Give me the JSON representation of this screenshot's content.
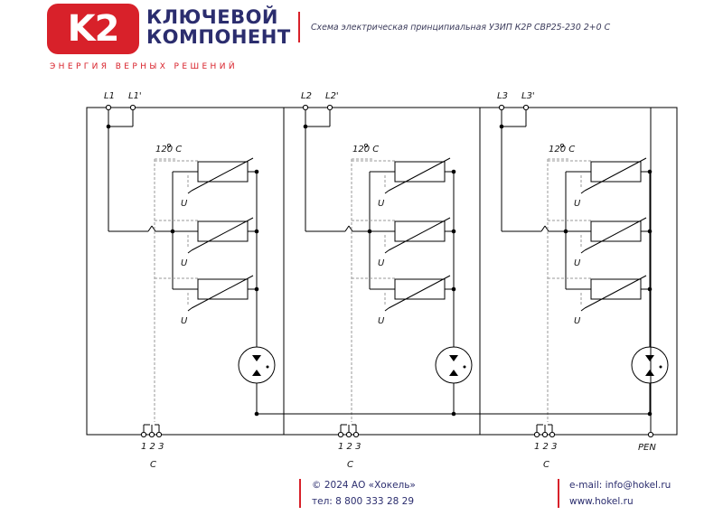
{
  "header": {
    "logo_text": "K2",
    "brand_line1": "КЛЮЧЕВОЙ",
    "brand_line2": "КОМПОНЕНТ",
    "slogan": "ЭНЕРГИЯ ВЕРНЫХ РЕШЕНИЙ",
    "title": "Схема электрическая принципиальная УЗИП К2Р СВР25-230 2+0 С",
    "accent_color": "#d8212a",
    "brand_color": "#2b2d6e"
  },
  "diagram": {
    "modules": [
      {
        "in_label": "L1",
        "out_label": "L1'",
        "temp_label": "120 С",
        "var_labels": [
          "U",
          "U",
          "U"
        ],
        "contact_label": "1 2 3",
        "status_label": "С"
      },
      {
        "in_label": "L2",
        "out_label": "L2'",
        "temp_label": "120 С",
        "var_labels": [
          "U",
          "U",
          "U"
        ],
        "contact_label": "1 2 3",
        "status_label": "С"
      },
      {
        "in_label": "L3",
        "out_label": "L3'",
        "temp_label": "120 С",
        "var_labels": [
          "U",
          "U",
          "U"
        ],
        "contact_label": "1 2 3",
        "status_label": "С"
      }
    ],
    "pen_label": "PEN"
  },
  "footer": {
    "copyright": "© 2024 АО «Хокель»",
    "phone": "тел: 8 800 333 28 29",
    "email": "e-mail: info@hokel.ru",
    "website": "www.hokel.ru"
  }
}
